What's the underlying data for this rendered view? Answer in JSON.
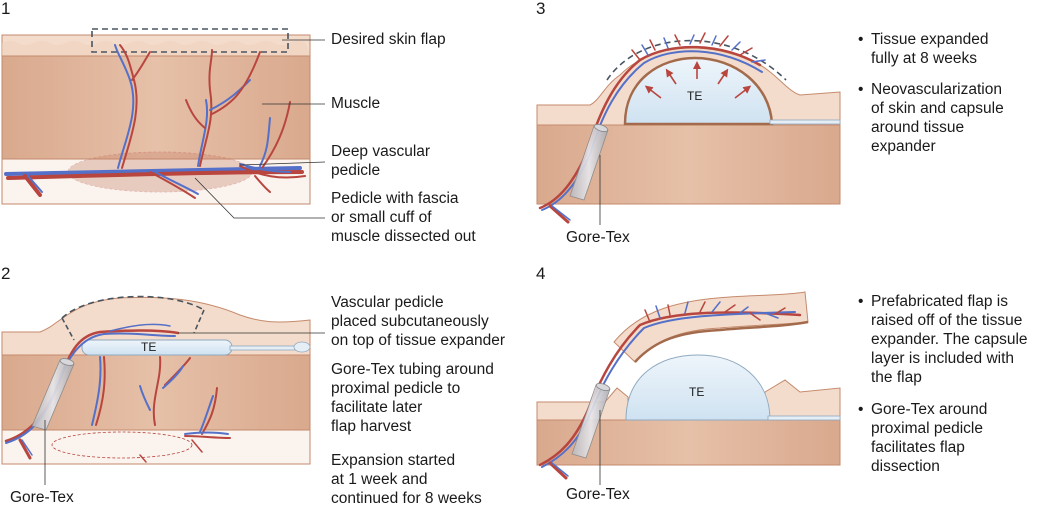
{
  "panels": [
    {
      "number": "1",
      "labels": {
        "desired_skin_flap": "Desired skin flap",
        "muscle": "Muscle",
        "deep_vascular_pedicle": [
          "Deep vascular",
          "pedicle"
        ],
        "pedicle_with_fascia": [
          "Pedicle with fascia",
          "or small cuff of",
          "muscle dissected out"
        ]
      }
    },
    {
      "number": "2",
      "te_label": "TE",
      "gore_tex_label": "Gore-Tex",
      "labels": {
        "vascular_pedicle": [
          "Vascular pedicle",
          "placed subcutaneously",
          "on top of tissue expander"
        ],
        "gore_tex_tubing": [
          "Gore-Tex tubing around",
          "proximal pedicle to",
          "facilitate later",
          "flap harvest"
        ],
        "expansion": [
          "Expansion started",
          "at 1 week and",
          "continued for 8 weeks"
        ]
      }
    },
    {
      "number": "3",
      "te_label": "TE",
      "gore_tex_label": "Gore-Tex",
      "bullets": [
        [
          "Tissue expanded",
          "fully at 8 weeks"
        ],
        [
          "Neovascularization",
          "of skin and capsule",
          "around tissue",
          "expander"
        ]
      ]
    },
    {
      "number": "4",
      "te_label": "TE",
      "gore_tex_label": "Gore-Tex",
      "bullets": [
        [
          "Prefabricated flap is",
          "raised off of the tissue",
          "expander. The capsule",
          "layer is included with",
          "the flap"
        ],
        [
          "Gore-Tex around",
          "proximal pedicle",
          "facilitates flap",
          "dissection"
        ]
      ]
    }
  ],
  "colors": {
    "skin": "#f3dccb",
    "skin_light": "#f8e9de",
    "muscle": "#dcaf94",
    "muscle_light": "#e7c3ac",
    "fascia": "#faf3ee",
    "border": "#c58a6c",
    "artery": "#b8463f",
    "vein": "#5570c8",
    "expander": "#dceaf5",
    "leader": "#333333",
    "dash": "#4a5560"
  }
}
